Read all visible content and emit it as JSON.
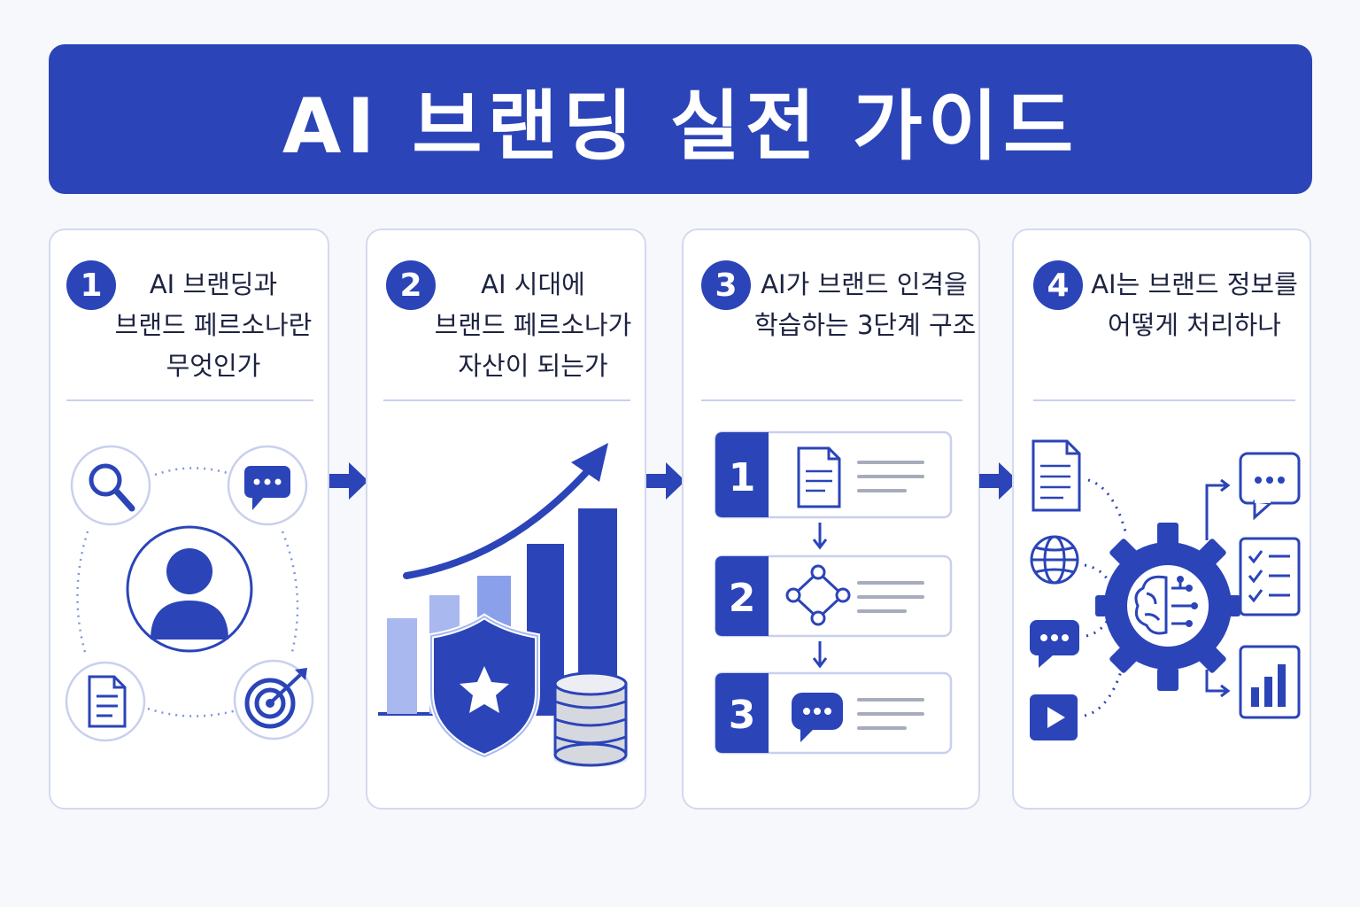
{
  "header": {
    "title": "AI 브랜딩 실전 가이드"
  },
  "steps": [
    {
      "number": "1",
      "title_lines": [
        "AI 브랜딩과",
        "브랜드 페르소나란",
        "무엇인가"
      ]
    },
    {
      "number": "2",
      "title_lines": [
        "AI 시대에",
        "브랜드 페르소나가",
        "자산이 되는가"
      ]
    },
    {
      "number": "3",
      "title_lines": [
        "AI가 브랜드 인격을",
        "학습하는 3단계 구조"
      ],
      "stages": [
        {
          "label": "1"
        },
        {
          "label": "2"
        },
        {
          "label": "3"
        }
      ]
    },
    {
      "number": "4",
      "title_lines": [
        "AI는 브랜드 정보를",
        "어떻게 처리하나"
      ]
    }
  ],
  "colors": {
    "primary": "#2b44b8",
    "light": "#a9b8ef",
    "mid": "#7f93e0",
    "border": "#d4d9ee"
  }
}
